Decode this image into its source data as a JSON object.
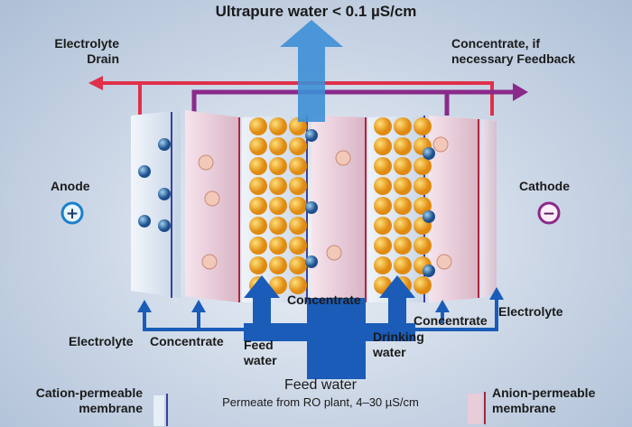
{
  "title": "Ultrapure water < 0.1 µS/cm",
  "top_left": {
    "line1": "Electrolyte",
    "line2": "Drain"
  },
  "top_right": {
    "line1": "Concentrate, if",
    "line2": "necessary Feedback"
  },
  "anode": {
    "label": "Anode",
    "symbol": "+"
  },
  "cathode": {
    "label": "Cathode",
    "symbol": "−"
  },
  "bottom_labels": {
    "electrolyte_left": "Electrolyte",
    "concentrate_left": "Concentrate",
    "feed_water": {
      "line1": "Feed",
      "line2": "water"
    },
    "concentrate_center": "Concentrate",
    "drinking_water": {
      "line1": "Drinking",
      "line2": "water"
    },
    "concentrate_right": "Concentrate",
    "electrolyte_right": "Electrolyte"
  },
  "legend": {
    "cation": {
      "line1": "Cation-permeable",
      "line2": "membrane",
      "color": "#3b3f9e"
    },
    "feed_title": "Feed water",
    "feed_subtitle": "Permeate from RO plant, 4–30 µS/cm",
    "anion": {
      "line1": "Anion-permeable",
      "line2": "membrane",
      "color": "#b0243a"
    }
  },
  "colors": {
    "flow_blue": "#1a5cb8",
    "drain_red": "#e0304a",
    "feedback_purple": "#8a2a8a",
    "resin_orange": "#f0a020"
  }
}
